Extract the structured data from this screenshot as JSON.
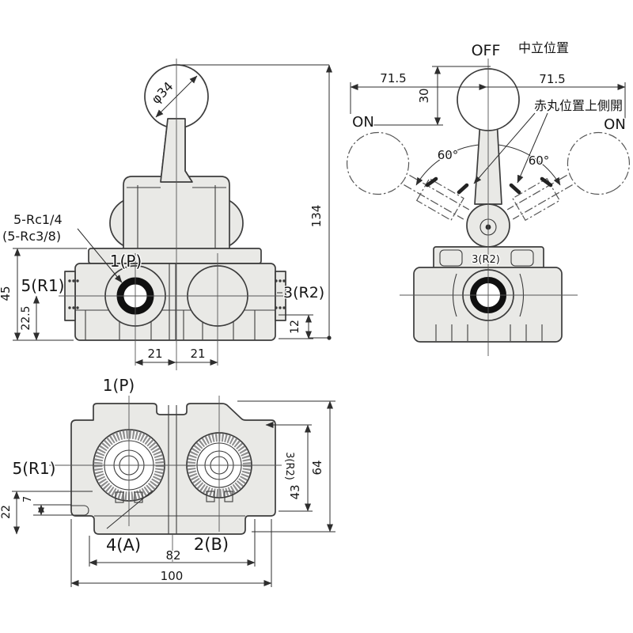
{
  "drawing": {
    "front_view": {
      "ball_diameter": "φ34",
      "thread_label_line1": "5-Rc1/4",
      "thread_label_line2": "(5-Rc3/8)",
      "port_p": "1(P)",
      "port_r1": "5(R1)",
      "port_r2": "3(R2)",
      "dim_height": "45",
      "dim_port_height": "22.5",
      "dim_pitch_left": "21",
      "dim_pitch_right": "21",
      "dim_step": "12",
      "dim_total_height": "134"
    },
    "lever_view": {
      "off_label": "OFF",
      "neutral_label": "中立位置",
      "on_label_left": "ON",
      "on_label_right": "ON",
      "dim_throw_left": "71.5",
      "dim_throw_right": "71.5",
      "dim_knob_drop": "30",
      "angle_left": "60°",
      "angle_right": "60°",
      "red_mark_note": "赤丸位置上側開",
      "port_r2": "3(R2)"
    },
    "bottom_view": {
      "port_p": "1(P)",
      "port_r1": "5(R1)",
      "port_r2": "3(R2)",
      "port_a": "4(A)",
      "port_b": "2(B)",
      "dim_depth": "64",
      "dim_port_depth": "43",
      "dim_edge": "22",
      "dim_notch": "7",
      "dim_pitch": "82",
      "dim_width": "100"
    },
    "colors": {
      "line": "#3c3c3c",
      "body_fill": "#e9e9e6",
      "port_ring": "#111111"
    }
  }
}
